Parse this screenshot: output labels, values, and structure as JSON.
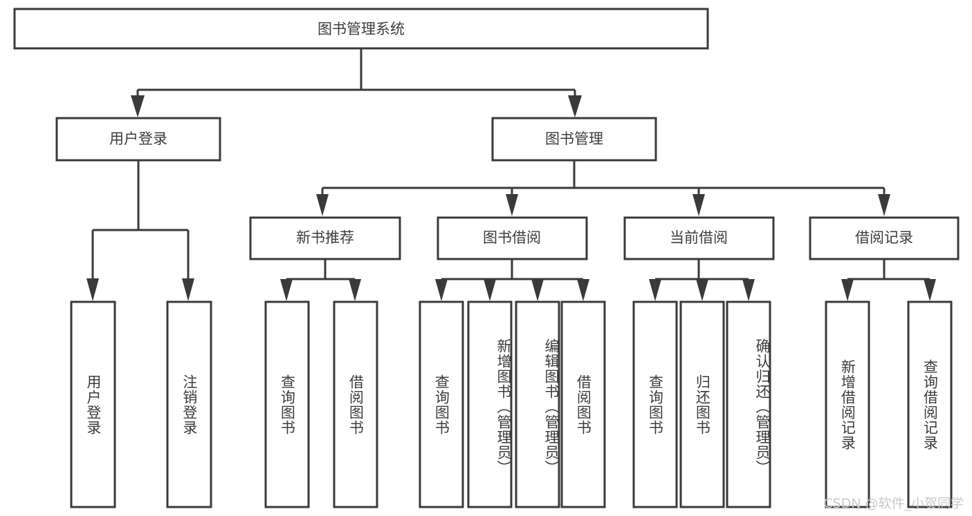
{
  "diagram": {
    "type": "tree-hierarchy-chart",
    "title_node": {
      "id": "root",
      "label": "图书管理系统"
    },
    "colors": {
      "background": "#ffffff",
      "box_fill": "#ffffff",
      "box_stroke": "#3a3a3a",
      "connector": "#3a3a3a",
      "text": "#3c3c3c",
      "watermark": "#c9c9c9"
    },
    "level1": [
      {
        "id": "user-login",
        "label": "用户登录"
      },
      {
        "id": "book-manage",
        "label": "图书管理"
      }
    ],
    "level2": [
      {
        "id": "new-book-rec",
        "label": "新书推荐",
        "parent": "book-manage"
      },
      {
        "id": "book-borrow",
        "label": "图书借阅",
        "parent": "book-manage"
      },
      {
        "id": "current-borrow",
        "label": "当前借阅",
        "parent": "book-manage"
      },
      {
        "id": "borrow-record",
        "label": "借阅记录",
        "parent": "book-manage"
      }
    ],
    "leaves": [
      {
        "id": "leaf-user-login",
        "label": "用户登录",
        "parent": "user-login"
      },
      {
        "id": "leaf-logout",
        "label": "注销登录",
        "parent": "user-login"
      },
      {
        "id": "leaf-query-book-1",
        "label": "查询图书",
        "parent": "new-book-rec"
      },
      {
        "id": "leaf-borrow-book-1",
        "label": "借阅图书",
        "parent": "new-book-rec"
      },
      {
        "id": "leaf-query-book-2",
        "label": "查询图书",
        "parent": "book-borrow"
      },
      {
        "id": "leaf-add-book",
        "label": "新增图书（管理员）",
        "parent": "book-borrow"
      },
      {
        "id": "leaf-edit-book",
        "label": "编辑图书（管理员）",
        "parent": "book-borrow"
      },
      {
        "id": "leaf-borrow-book-2",
        "label": "借阅图书",
        "parent": "book-borrow"
      },
      {
        "id": "leaf-query-book-3",
        "label": "查询图书",
        "parent": "current-borrow"
      },
      {
        "id": "leaf-return-book",
        "label": "归还图书",
        "parent": "current-borrow"
      },
      {
        "id": "leaf-confirm-return",
        "label": "确认归还（管理员）",
        "parent": "current-borrow"
      },
      {
        "id": "leaf-add-record",
        "label": "新增借阅记录",
        "parent": "borrow-record"
      },
      {
        "id": "leaf-query-record",
        "label": "查询借阅记录",
        "parent": "borrow-record"
      }
    ],
    "watermark": "CSDN @软件_小贺同学"
  }
}
